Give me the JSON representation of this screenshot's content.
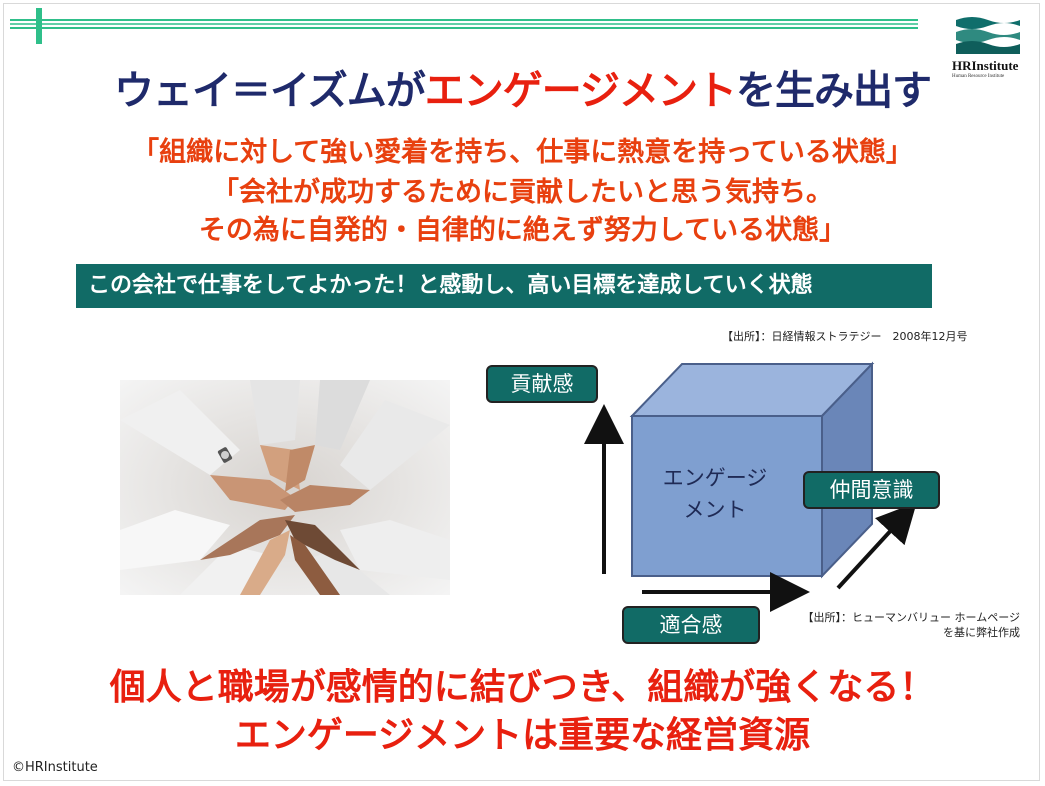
{
  "title": {
    "part1": "ウェイ＝イズムが",
    "part2": "エンゲージメント",
    "part3": "を生み出す"
  },
  "logo": {
    "name": "HRInstitute",
    "tagline": "Human Resource Institute"
  },
  "quote": {
    "line1": "「組織に対して強い愛着を持ち、仕事に熱意を持っている状態」",
    "line2": "「会社が成功するために貢献したいと思う気持ち。",
    "line3": "その為に自発的・自律的に絶えず努力している状態」"
  },
  "banner": "この会社で仕事をしてよかった！と感動し、高い目標を達成していく状態",
  "source1": "【出所】：日経情報ストラテジー　2008年12月号",
  "diagram": {
    "kokenkan": "貢献感",
    "cube_line1": "エンゲージ",
    "cube_line2": "メント",
    "nakama": "仲間意識",
    "tekigo": "適合感"
  },
  "source2": {
    "line1": "【出所】：ヒューマンバリュー ホームページ",
    "line2": "を基に弊社作成"
  },
  "bottom": {
    "line1": "個人と職場が感情的に結びつき、組織が強くなる！",
    "line2": "エンゲージメントは重要な経営資源"
  },
  "copyright": "©HRInstitute",
  "colors": {
    "title_navy": "#1f2a6b",
    "accent_red": "#e8200f",
    "teal": "#116b66",
    "cube_blue": "#7f9fd0",
    "top_line_green": "#2fbf8a"
  }
}
